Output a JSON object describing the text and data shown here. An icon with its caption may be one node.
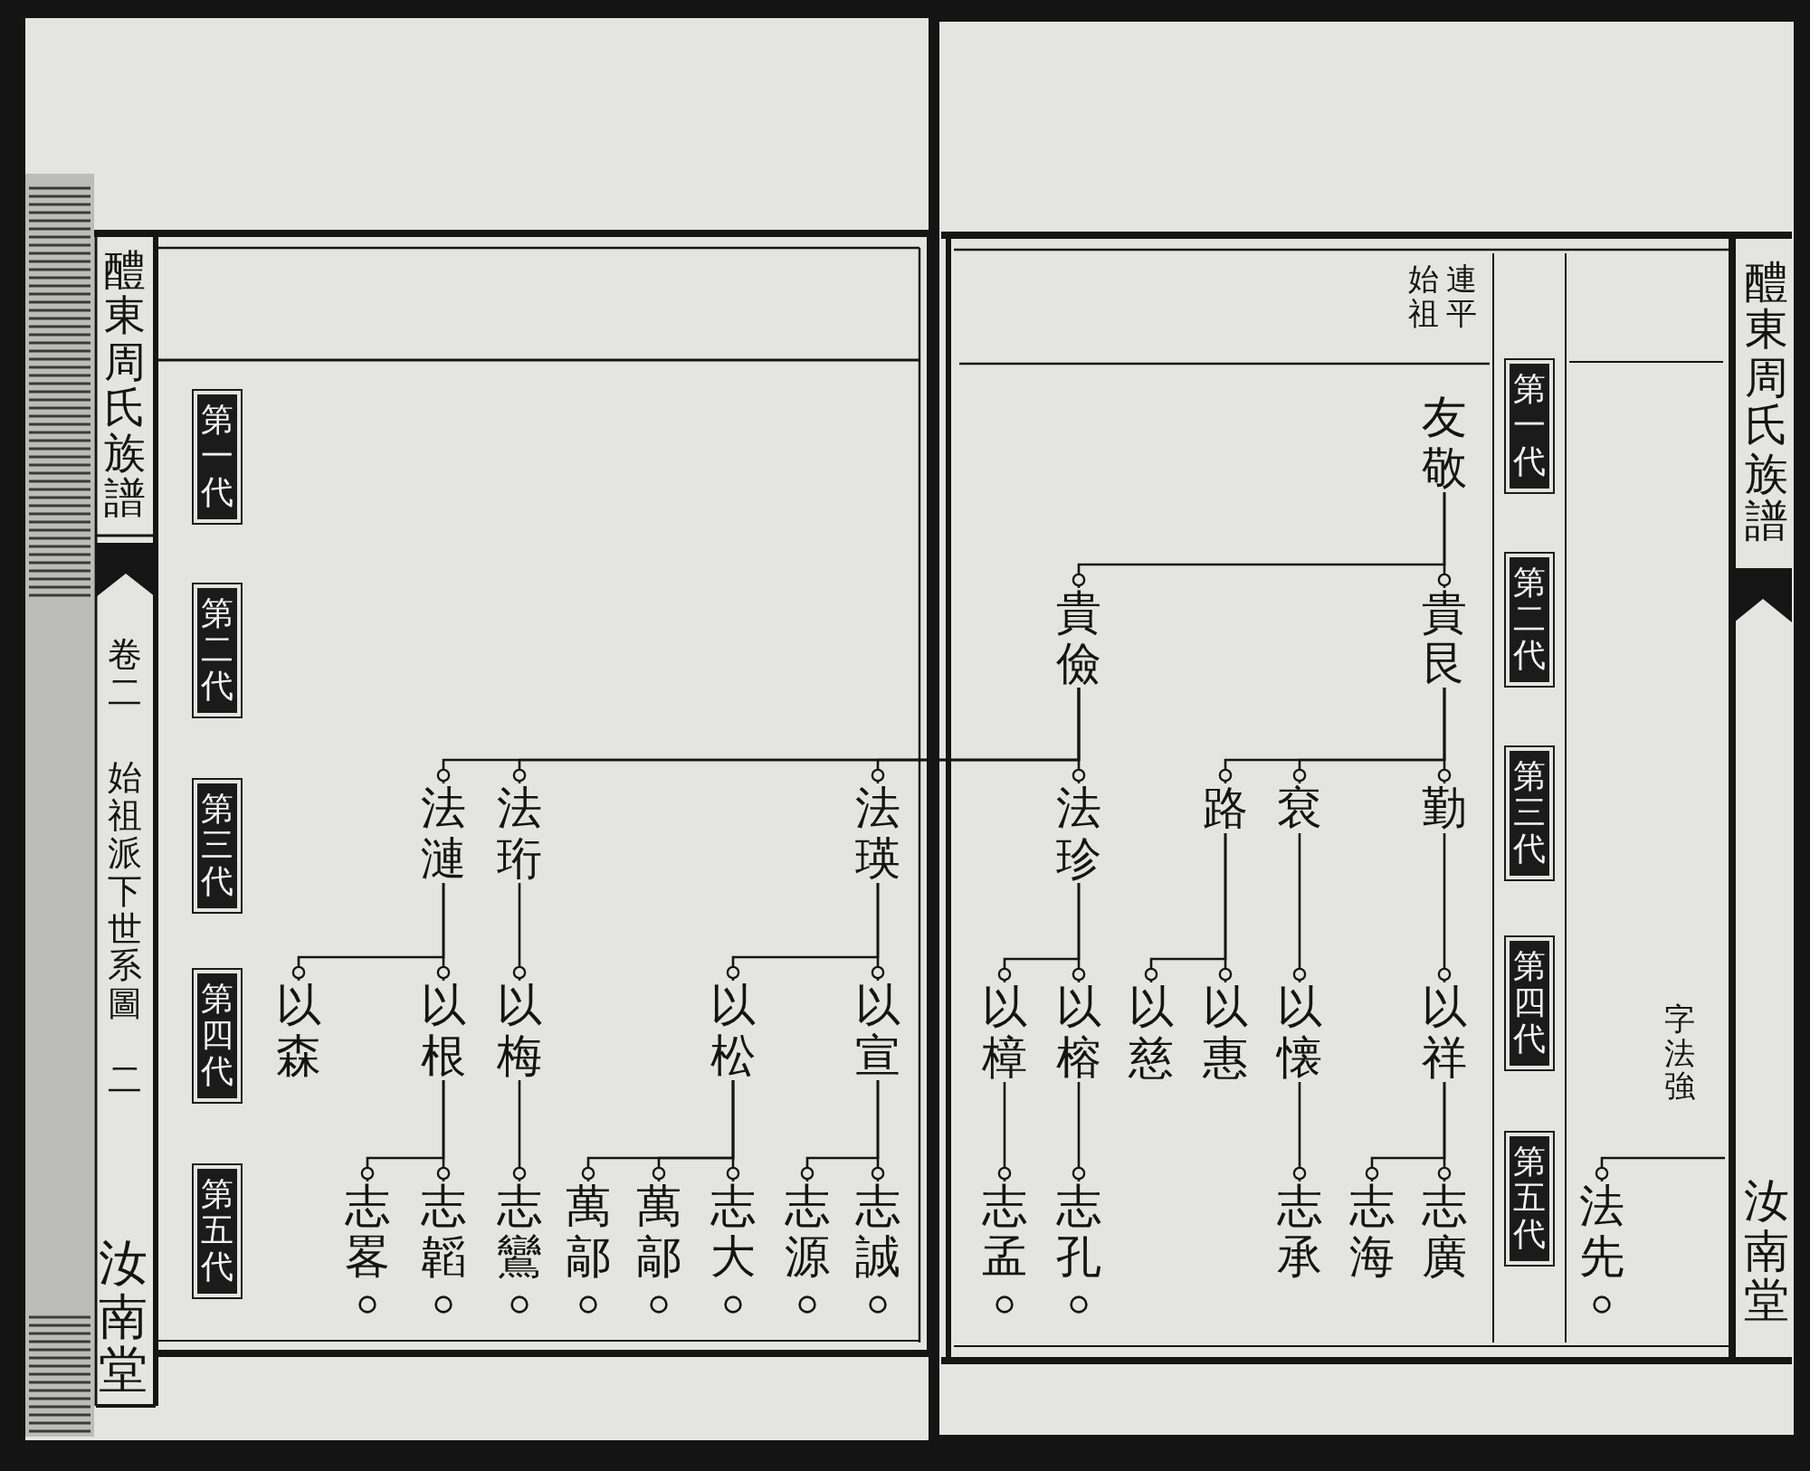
{
  "diagram": {
    "nodes": [
      {
        "text": [
          "法先"
        ]
      },
      {
        "text": [
          "第一代"
        ]
      },
      {
        "text": [
          "第二代"
        ]
      },
      {
        "text": [
          "第三代"
        ]
      },
      {
        "text": [
          "第四代"
        ]
      },
      {
        "text": [
          "第五代"
        ]
      },
      {
        "text": [
          "友敬"
        ]
      },
      {
        "text": [
          "貴艮"
        ]
      },
      {
        "text": [
          "貴儉"
        ]
      },
      {
        "text": [
          "勤"
        ]
      },
      {
        "text": [
          "袞"
        ]
      },
      {
        "text": [
          "路"
        ]
      },
      {
        "text": [
          "法珍"
        ]
      },
      {
        "text": [
          "以祥"
        ]
      },
      {
        "text": [
          "以懐"
        ]
      },
      {
        "text": [
          "以惠"
        ]
      },
      {
        "text": [
          "以慈"
        ]
      },
      {
        "text": [
          "以榕"
        ]
      },
      {
        "text": [
          "以樟"
        ]
      },
      {
        "text": [
          "志廣"
        ]
      },
      {
        "text": [
          "志海"
        ]
      },
      {
        "text": [
          "志承"
        ]
      },
      {
        "text": [
          "志孔"
        ]
      },
      {
        "text": [
          "志孟"
        ]
      },
      {
        "text": [
          "法瑛"
        ]
      },
      {
        "text": [
          "法珩"
        ]
      },
      {
        "text": [
          "法漣"
        ]
      },
      {
        "text": [
          "以宣"
        ]
      },
      {
        "text": [
          "以松"
        ]
      },
      {
        "text": [
          "以梅"
        ]
      },
      {
        "text": [
          "以根"
        ]
      },
      {
        "text": [
          "以森"
        ]
      },
      {
        "text": [
          "志誠"
        ]
      },
      {
        "text": [
          "志源"
        ]
      },
      {
        "text": [
          "志大"
        ]
      },
      {
        "text": [
          "萬鄗"
        ]
      },
      {
        "text": [
          "萬鄗"
        ]
      },
      {
        "text": [
          "志鸞"
        ]
      },
      {
        "text": [
          "志韜"
        ]
      },
      {
        "text": [
          "志畧"
        ]
      },
      {
        "text": [
          "第一代"
        ]
      },
      {
        "text": [
          "第二代"
        ]
      },
      {
        "text": [
          "第三代"
        ]
      },
      {
        "text": [
          "第四代"
        ]
      },
      {
        "text": [
          "第五代"
        ]
      }
    ],
    "edges": [
      {
        "from": null,
        "to": 0,
        "arrow": "other"
      },
      {
        "from": 6,
        "to": 7,
        "arrow": "other"
      },
      {
        "from": 6,
        "to": 8,
        "arrow": "other"
      },
      {
        "from": 7,
        "to": 9,
        "arrow": "other"
      },
      {
        "from": 7,
        "to": 10,
        "arrow": "other"
      },
      {
        "from": 7,
        "to": 11,
        "arrow": "other"
      },
      {
        "from": 8,
        "to": 12,
        "arrow": "other"
      },
      {
        "from": 8,
        "to": 24,
        "arrow": "other"
      },
      {
        "from": 8,
        "to": 25,
        "arrow": "other"
      },
      {
        "from": 8,
        "to": 26,
        "arrow": "other"
      },
      {
        "from": 9,
        "to": 13,
        "arrow": "other"
      },
      {
        "from": 10,
        "to": 14,
        "arrow": "other"
      },
      {
        "from": 11,
        "to": 15,
        "arrow": "other"
      },
      {
        "from": 11,
        "to": 16,
        "arrow": "other"
      },
      {
        "from": 12,
        "to": 17,
        "arrow": "other"
      },
      {
        "from": 12,
        "to": 18,
        "arrow": "other"
      },
      {
        "from": 13,
        "to": 19,
        "arrow": "other"
      },
      {
        "from": 13,
        "to": 20,
        "arrow": "other"
      },
      {
        "from": 14,
        "to": 21,
        "arrow": "other"
      },
      {
        "from": 17,
        "to": 22,
        "arrow": "other"
      },
      {
        "from": 18,
        "to": 23,
        "arrow": "other"
      },
      {
        "from": 24,
        "to": 27,
        "arrow": "other"
      },
      {
        "from": 24,
        "to": 28,
        "arrow": "other"
      },
      {
        "from": 25,
        "to": 29,
        "arrow": "other"
      },
      {
        "from": 26,
        "to": 30,
        "arrow": "other"
      },
      {
        "from": 26,
        "to": 31,
        "arrow": "other"
      },
      {
        "from": 27,
        "to": 32,
        "arrow": "other"
      },
      {
        "from": 27,
        "to": 33,
        "arrow": "other"
      },
      {
        "from": 28,
        "to": 34,
        "arrow": "other"
      },
      {
        "from": 28,
        "to": 35,
        "arrow": "other"
      },
      {
        "from": 28,
        "to": 36,
        "arrow": "other"
      },
      {
        "from": 29,
        "to": 37,
        "arrow": "other"
      },
      {
        "from": 30,
        "to": 38,
        "arrow": "other"
      },
      {
        "from": 30,
        "to": 39,
        "arrow": "other"
      }
    ],
    "labels": [
      "醴東周氏族譜",
      "汝南堂",
      "字法強",
      "連平始祖",
      "醴東周氏族譜",
      "卷二",
      "始祖派下世系圖",
      "二",
      "汝南堂"
    ]
  }
}
